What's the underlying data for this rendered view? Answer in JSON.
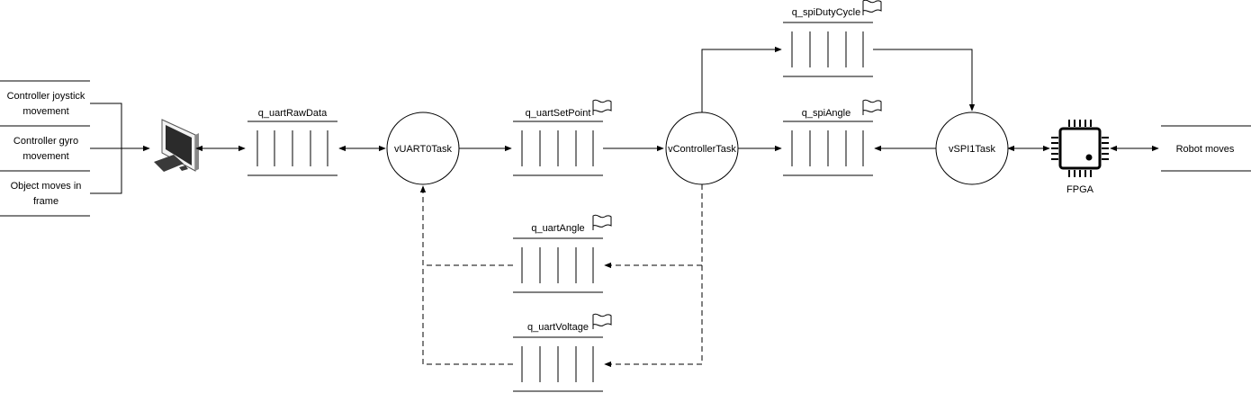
{
  "inputs": {
    "joystick": [
      "Controller joystick",
      "movement"
    ],
    "gyro": [
      "Controller gyro",
      "movement"
    ],
    "object": [
      "Object moves in",
      "frame"
    ]
  },
  "queues": {
    "uart_raw": "q_uartRawData",
    "uart_setpoint": "q_uartSetPoint",
    "uart_angle": "q_uartAngle",
    "uart_voltage": "q_uartVoltage",
    "spi_duty": "q_spiDutyCycle",
    "spi_angle": "q_spiAngle"
  },
  "tasks": {
    "uart0": "vUART0Task",
    "controller": "vControllerTask",
    "spi1": "vSPI1Task"
  },
  "fpga_label": "FPGA",
  "output_label": "Robot moves",
  "icons": [
    "computer-icon",
    "chip-icon",
    "flag-icon"
  ]
}
